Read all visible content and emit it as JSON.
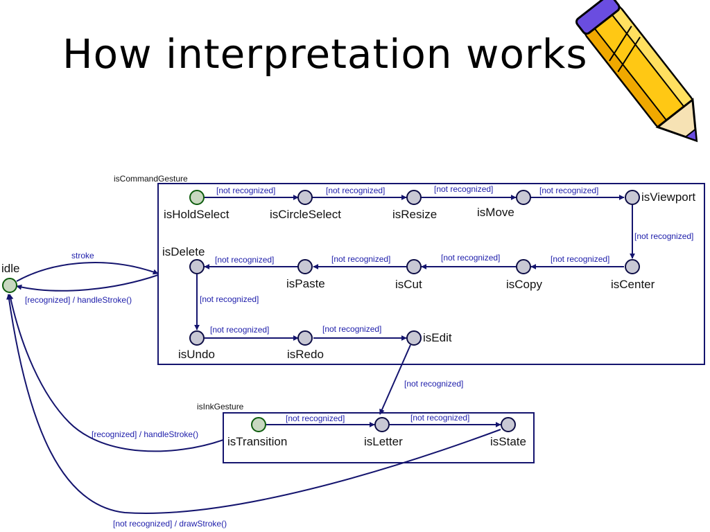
{
  "slide": {
    "title": "How interpretation works"
  },
  "groups": {
    "command": "isCommandGesture",
    "ink": "isInkGesture"
  },
  "states": {
    "idle": "idle",
    "isHoldSelect": "isHoldSelect",
    "isCircleSelect": "isCircleSelect",
    "isResize": "isResize",
    "isMove": "isMove",
    "isViewport": "isViewport",
    "isDelete": "isDelete",
    "isPaste": "isPaste",
    "isCut": "isCut",
    "isCopy": "isCopy",
    "isCenter": "isCenter",
    "isUndo": "isUndo",
    "isRedo": "isRedo",
    "isEdit": "isEdit",
    "isTransition": "isTransition",
    "isLetter": "isLetter",
    "isState": "isState"
  },
  "edges": {
    "stroke": "stroke",
    "recognized_handle": "[recognized] / handleStroke()",
    "not_recognized": "[not recognized]",
    "ink_recognized_handle": "[recognized] / handleStroke()",
    "not_recognized_draw": "[not recognized] / drawStroke()"
  },
  "colors": {
    "edge": "#14146e",
    "edge_label": "#1c1caa",
    "node_fill": "#c8c8d4",
    "initial_node_stroke": "#0d5c0d"
  },
  "decor": {
    "pencil": "pencil-clipart"
  }
}
